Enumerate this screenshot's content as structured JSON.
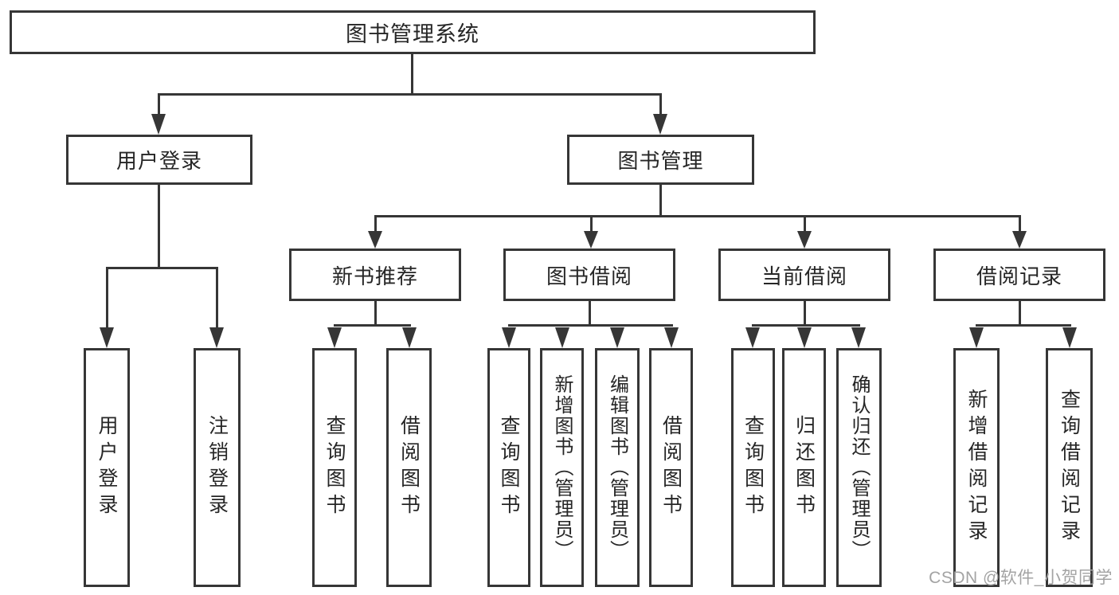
{
  "diagram": {
    "type": "hierarchy-tree",
    "orientation": "top-down"
  },
  "tree": {
    "root": {
      "label": "图书管理系统"
    },
    "branches": [
      {
        "label": "用户登录",
        "children": [
          {
            "label": "用户登录"
          },
          {
            "label": "注销登录"
          }
        ]
      },
      {
        "label": "图书管理",
        "children": [
          {
            "label": "新书推荐",
            "children": [
              {
                "label": "查询图书"
              },
              {
                "label": "借阅图书"
              }
            ]
          },
          {
            "label": "图书借阅",
            "children": [
              {
                "label": "查询图书"
              },
              {
                "label": "新增图书（管理员）"
              },
              {
                "label": "编辑图书（管理员）"
              },
              {
                "label": "借阅图书"
              }
            ]
          },
          {
            "label": "当前借阅",
            "children": [
              {
                "label": "查询图书"
              },
              {
                "label": "归还图书"
              },
              {
                "label": "确认归还（管理员）"
              }
            ]
          },
          {
            "label": "借阅记录",
            "children": [
              {
                "label": "新增借阅记录"
              },
              {
                "label": "查询借阅记录"
              }
            ]
          }
        ]
      }
    ]
  },
  "watermark": {
    "text": "CSDN @软件_小贺同学"
  },
  "colors": {
    "line": "#363636",
    "border": "#363636",
    "text": "#262626",
    "background": "#ffffff",
    "watermark": "#a3a3a3"
  }
}
